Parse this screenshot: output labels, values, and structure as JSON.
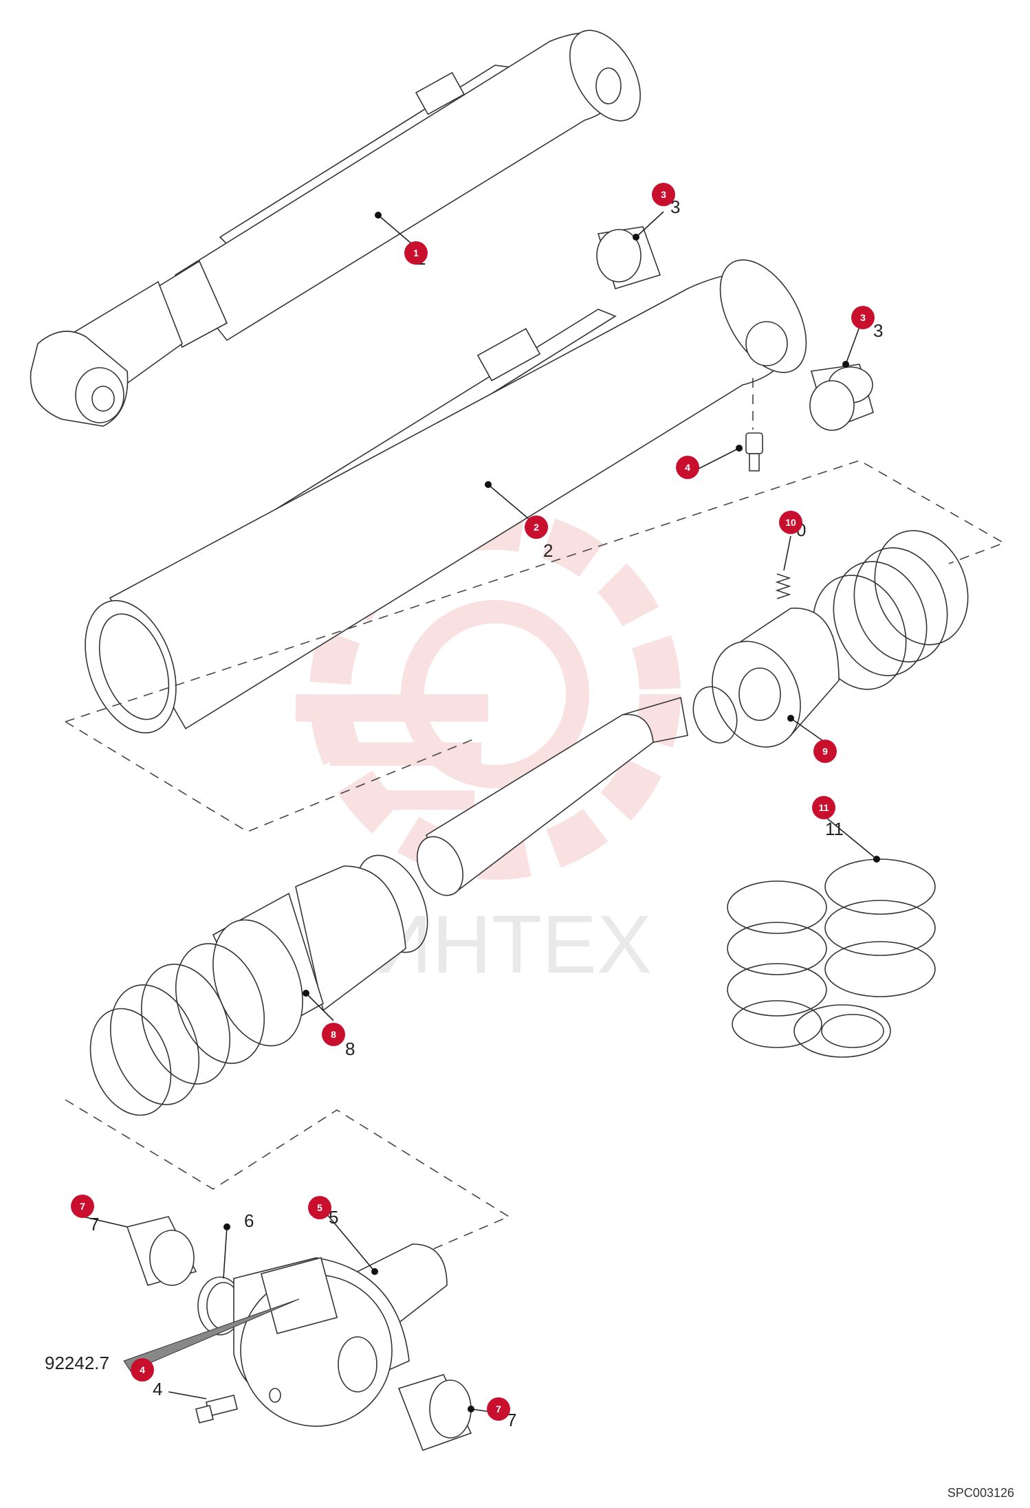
{
  "watermark": {
    "text": "ИНТЕХ",
    "color": "#f6c9c9"
  },
  "colors": {
    "badge": "#c8102e",
    "line": "#333333"
  },
  "badges": [
    {
      "num": "1"
    },
    {
      "num": "3"
    },
    {
      "num": "3"
    },
    {
      "num": "4"
    },
    {
      "num": "2"
    },
    {
      "num": "10"
    },
    {
      "num": "9"
    },
    {
      "num": "11"
    },
    {
      "num": "8"
    },
    {
      "num": "7"
    },
    {
      "num": "5"
    },
    {
      "num": "4"
    },
    {
      "num": "7"
    }
  ],
  "labels": [
    {
      "text": "1"
    },
    {
      "text": "3"
    },
    {
      "text": "3"
    },
    {
      "text": "2"
    },
    {
      "text": "0"
    },
    {
      "text": "11"
    },
    {
      "text": "8"
    },
    {
      "text": "7"
    },
    {
      "text": "6"
    },
    {
      "text": "5"
    },
    {
      "text": "4"
    },
    {
      "text": "7"
    }
  ],
  "part_code": "92242.7",
  "drawing_code": "SPC003126"
}
